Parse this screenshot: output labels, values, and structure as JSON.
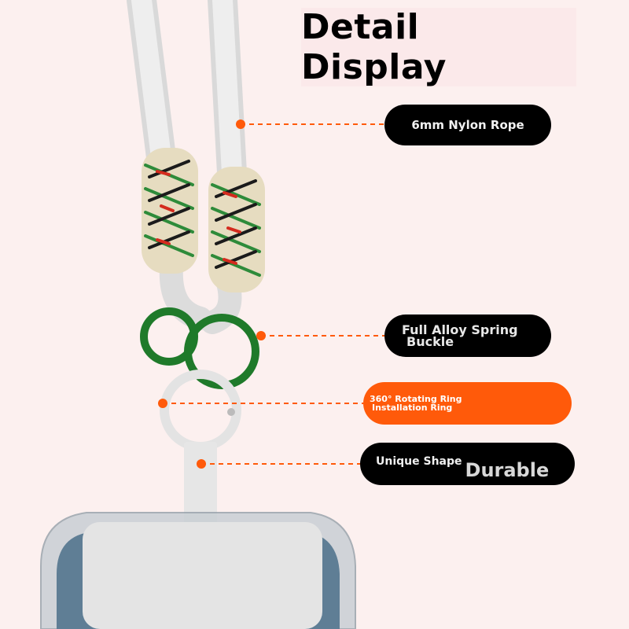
{
  "title": "Detail Display",
  "callouts": [
    {
      "label": "6mm Nylon Rope"
    },
    {
      "line1": "Full Alloy Spring",
      "line2": "Buckle"
    },
    {
      "line1": "360° Rotating Ring",
      "line2": "Installation Ring"
    },
    {
      "small": "Unique Shape",
      "big": "Durable"
    }
  ],
  "colors": {
    "accent": "#ff5a0a",
    "pill": "#000000",
    "background": "#fcf0ef",
    "ring": "#1f7a2a"
  }
}
